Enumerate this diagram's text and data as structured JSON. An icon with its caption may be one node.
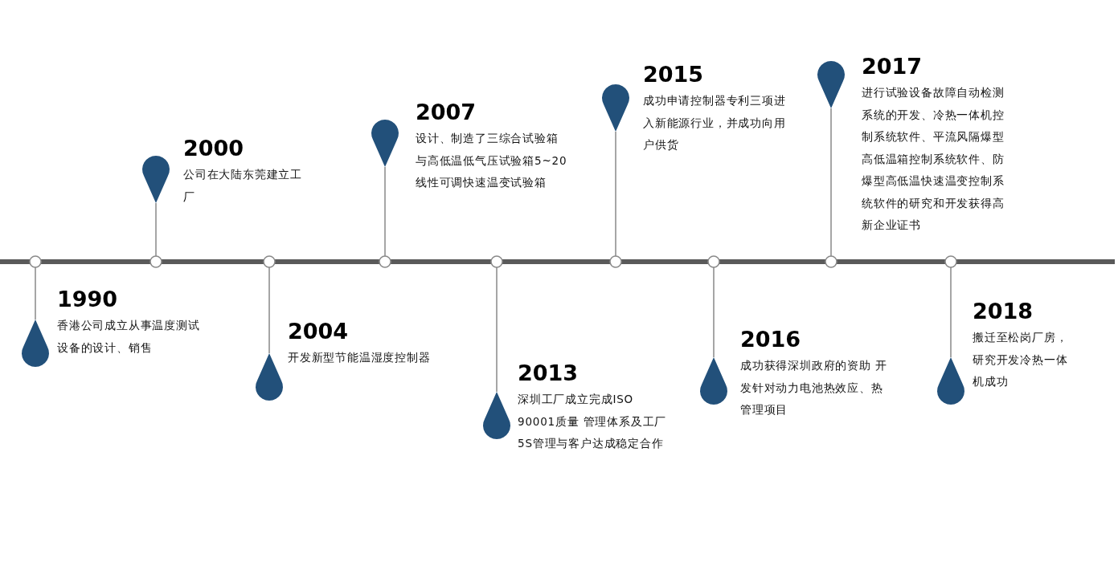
{
  "diagram": {
    "nodes": [
      {
        "text": [
          "1990",
          "香港公司成立从事温度测试设备的设计、销售"
        ]
      },
      {
        "text": [
          "2000",
          "公司在大陆东莞建立工厂"
        ]
      },
      {
        "text": [
          "2004",
          "开发新型节能温湿度控制器"
        ]
      },
      {
        "text": [
          "2007",
          "设计、制造了三综合试验箱与高低温低气压试验箱5~20线性可调快速温变试验箱"
        ]
      },
      {
        "text": [
          "2013",
          "深圳工厂成立完成ISO 90001质量 管理体系及工厂5S管理与客户达成稳定合作"
        ]
      },
      {
        "text": [
          "2015",
          "成功申请控制器专利三项进入新能源行业，并成功向用户供货"
        ]
      },
      {
        "text": [
          "2016",
          "成功获得深圳政府的资助 开发针对动力电池热效应、热管理项目"
        ]
      },
      {
        "text": [
          "2017",
          "进行试验设备故障自动检测系统的开发、冷热一体机控制系统软件、平流风隔爆型高低温箱控制系统软件、防爆型高低温快速温变控制系统软件的研究和开发获得高新企业证书"
        ]
      },
      {
        "text": [
          "2018",
          "搬迁至松岗厂房，研究开发冷热一体机成功"
        ]
      }
    ]
  }
}
